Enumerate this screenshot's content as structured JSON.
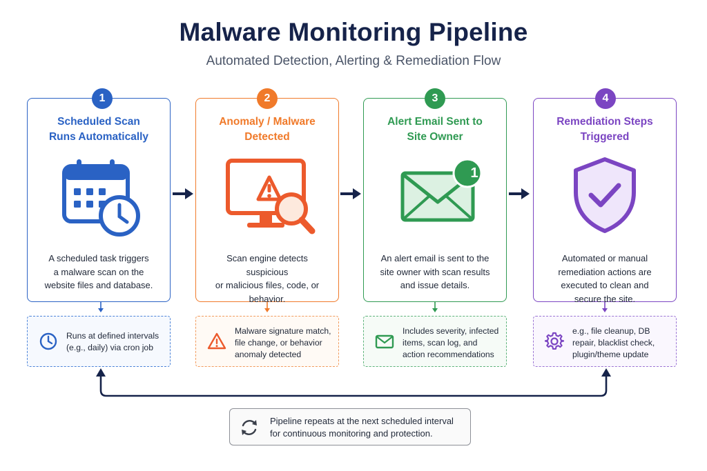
{
  "header": {
    "title": "Malware Monitoring Pipeline",
    "subtitle": "Automated Detection, Alerting & Remediation Flow"
  },
  "colors": {
    "blue": "#2a62c4",
    "orange": "#f07a2a",
    "green": "#2f9a52",
    "purple": "#7b45c2",
    "navy": "#16234a"
  },
  "steps": [
    {
      "number": "1",
      "title": "Scheduled Scan\nRuns Automatically",
      "icon": "calendar-clock-icon",
      "description": "A scheduled task triggers\na malware scan on the\nwebsite files and database.",
      "note_icon": "clock-icon",
      "note": "Runs at defined intervals\n(e.g., daily) via cron job"
    },
    {
      "number": "2",
      "title": "Anomaly / Malware\nDetected",
      "icon": "monitor-warning-magnifier-icon",
      "description": "Scan engine detects suspicious\nor malicious files, code, or\nbehavior.",
      "note_icon": "warning-icon",
      "note": "Malware signature match,\nfile change, or behavior\nanomaly detected"
    },
    {
      "number": "3",
      "title": "Alert Email Sent to\nSite Owner",
      "icon": "envelope-notification-icon",
      "badge_count": "1",
      "description": "An alert email is sent to the\nsite owner with scan results\nand issue details.",
      "note_icon": "envelope-icon",
      "note": "Includes severity, infected\nitems, scan log, and\naction recommendations"
    },
    {
      "number": "4",
      "title": "Remediation Steps\nTriggered",
      "icon": "shield-check-icon",
      "description": "Automated or manual\nremediation actions are\nexecuted to clean and\nsecure the site.",
      "note_icon": "gear-icon",
      "note": "e.g., file cleanup, DB\nrepair, blacklist check,\nplugin/theme update"
    }
  ],
  "footer": {
    "icon": "refresh-icon",
    "text": "Pipeline repeats at the next scheduled interval\nfor continuous monitoring and protection."
  }
}
